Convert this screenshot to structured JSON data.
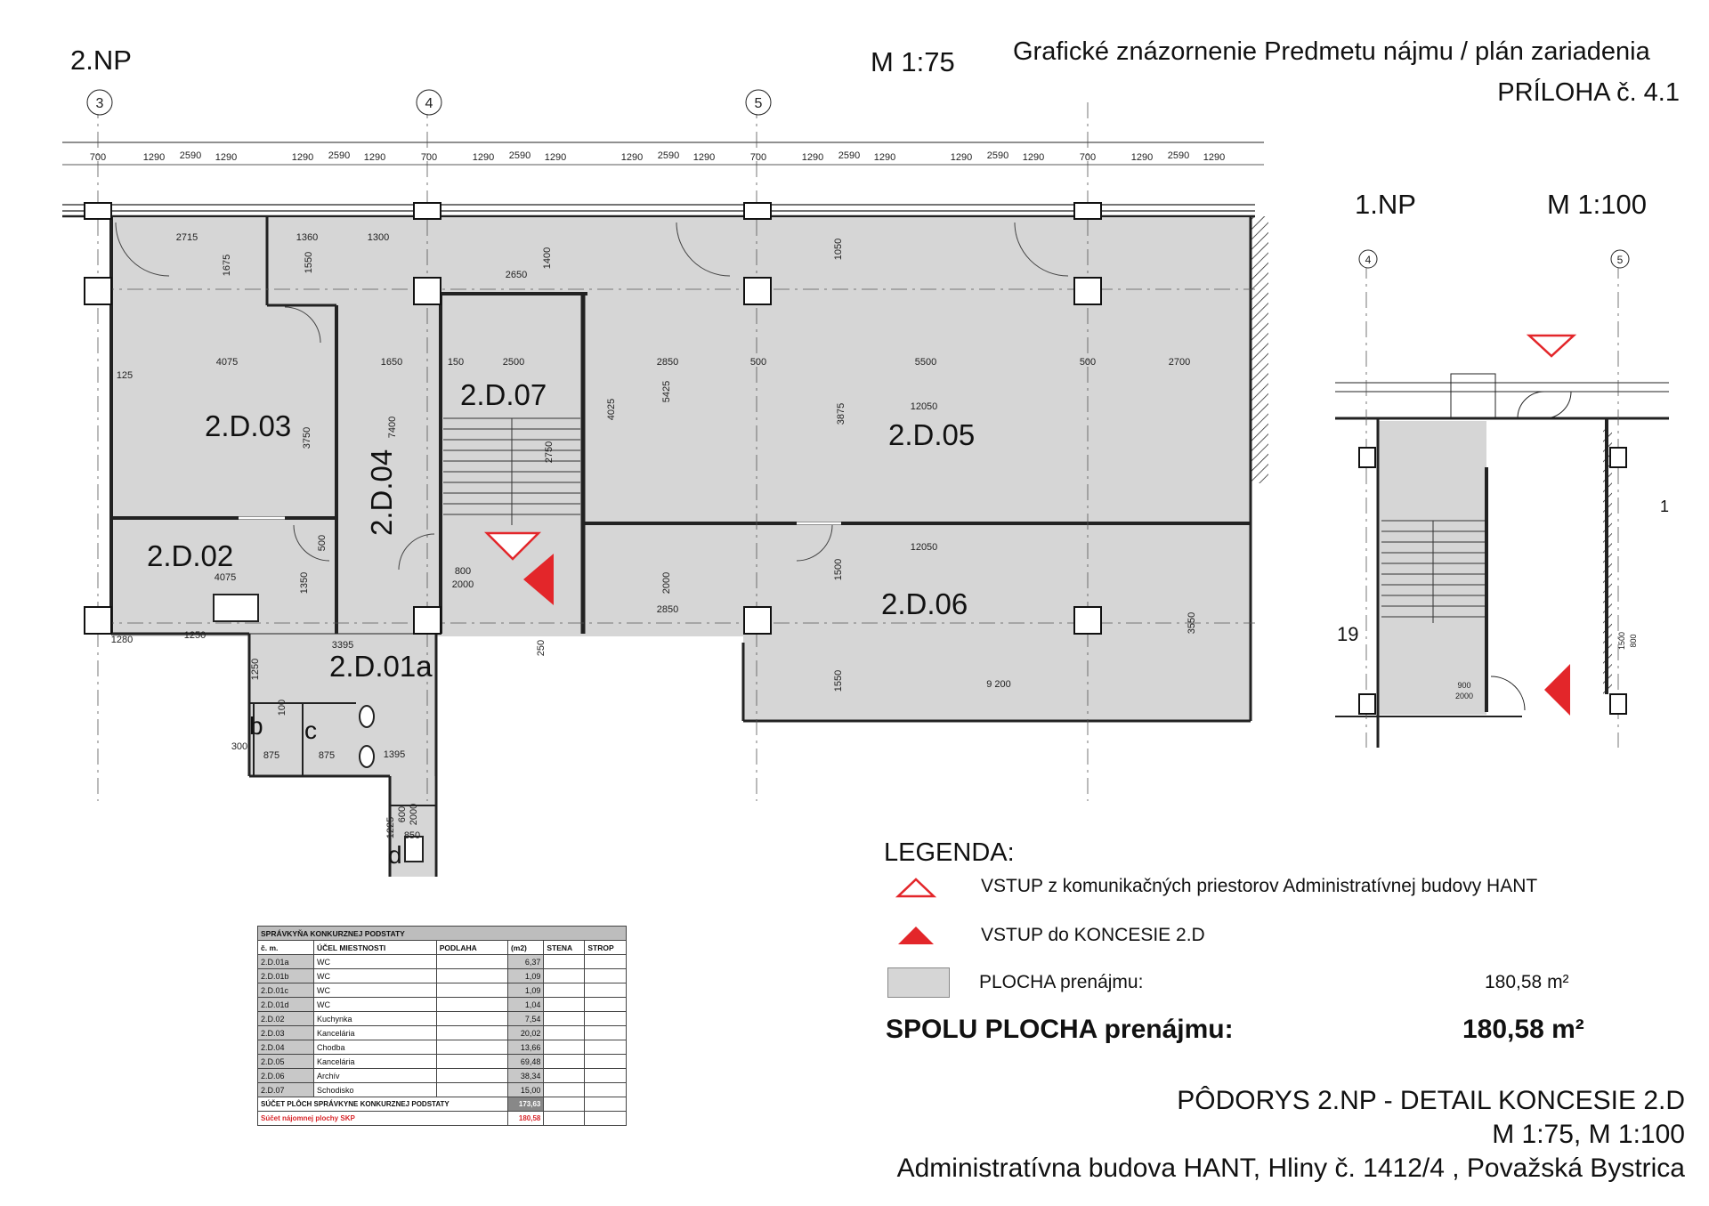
{
  "header": {
    "floor_main": "2.NP",
    "scale_main": "M  1:75",
    "title_line1": "Grafické znázornenie Predmetu nájmu / plán zariadenia",
    "title_line2": "PRÍLOHA č. 4.1",
    "floor_inset": "1.NP",
    "scale_inset": "M  1:100"
  },
  "grid_axes": {
    "main": [
      "3",
      "4",
      "5"
    ],
    "inset": [
      "4",
      "5"
    ]
  },
  "rooms": [
    {
      "code": "2.D.03"
    },
    {
      "code": "2.D.02"
    },
    {
      "code": "2.D.04"
    },
    {
      "code": "2.D.07"
    },
    {
      "code": "2.D.05"
    },
    {
      "code": "2.D.06"
    },
    {
      "code": "2.D.01a"
    },
    {
      "code": "b"
    },
    {
      "code": "c"
    },
    {
      "code": "d"
    }
  ],
  "inset_labels": [
    "19",
    "1"
  ],
  "dimensions": {
    "top_row": [
      "700",
      "1290",
      "2590",
      "1290",
      "1290",
      "2590",
      "1290",
      "700",
      "1290",
      "2590",
      "1290",
      "1290",
      "2590",
      "1290",
      "700",
      "1290",
      "2590",
      "1290",
      "1290",
      "2590",
      "1290",
      "700",
      "1290",
      "2590",
      "1290"
    ],
    "room_dims": [
      "2715",
      "1360",
      "1300",
      "2650",
      "1400",
      "1050",
      "1675",
      "1550",
      "4075",
      "1650",
      "2500",
      "2850",
      "500",
      "5500",
      "500",
      "2700",
      "12050",
      "7400",
      "5425",
      "4025",
      "3750",
      "3875",
      "2750",
      "12050",
      "4075",
      "1350",
      "800",
      "2000",
      "2850",
      "2000",
      "1500",
      "3395",
      "9 200",
      "1550",
      "3550",
      "1250",
      "875",
      "875",
      "1395",
      "850",
      "1225",
      "600",
      "2000",
      "900",
      "2000",
      "125",
      "150",
      "500",
      "1280",
      "1250",
      "300",
      "100",
      "250",
      "1500",
      "800"
    ]
  },
  "legend": {
    "title": "LEGENDA:",
    "item1": "VSTUP z komunikačných priestorov Administratívnej budovy HANT",
    "item2": "VSTUP do KONCESIE 2.D",
    "item3_label": "PLOCHA prenájmu:",
    "item3_value": "180,58 m²",
    "total_label": "SPOLU PLOCHA prenájmu:",
    "total_value": "180,58 m²",
    "colors": {
      "entrance": "#e3262a",
      "area_fill": "#d6d6d6"
    }
  },
  "schedule": {
    "caption": "SPRÁVKYŇA KONKURZNEJ PODSTATY",
    "columns": [
      "č. m.",
      "ÚČEL MIESTNOSTI",
      "PODLAHA",
      "(m2)",
      "STENA",
      "STROP"
    ],
    "rows": [
      {
        "code": "2.D.01a",
        "use": "WC",
        "area": "6,37"
      },
      {
        "code": "2.D.01b",
        "use": "WC",
        "area": "1,09"
      },
      {
        "code": "2.D.01c",
        "use": "WC",
        "area": "1,09"
      },
      {
        "code": "2.D.01d",
        "use": "WC",
        "area": "1,04"
      },
      {
        "code": "2.D.02",
        "use": "Kuchynka",
        "area": "7,54"
      },
      {
        "code": "2.D.03",
        "use": "Kancelária",
        "area": "20,02"
      },
      {
        "code": "2.D.04",
        "use": "Chodba",
        "area": "13,66"
      },
      {
        "code": "2.D.05",
        "use": "Kancelária",
        "area": "69,48"
      },
      {
        "code": "2.D.06",
        "use": "Archív",
        "area": "38,34"
      },
      {
        "code": "2.D.07",
        "use": "Schodisko",
        "area": "15,00"
      }
    ],
    "sum_label": "SÚČET PLÔCH SPRÁVKYNE KONKURZNEJ PODSTATY",
    "sum_value": "173,63",
    "rent_label": "Súčet nájomnej plochy SKP",
    "rent_value": "180,58"
  },
  "footer": {
    "line1": "PÔDORYS 2.NP - DETAIL KONCESIE 2.D",
    "line2": "M  1:75, M  1:100",
    "line3": "Administratívna budova HANT, Hliny č. 1412/4 , Považská Bystrica"
  }
}
